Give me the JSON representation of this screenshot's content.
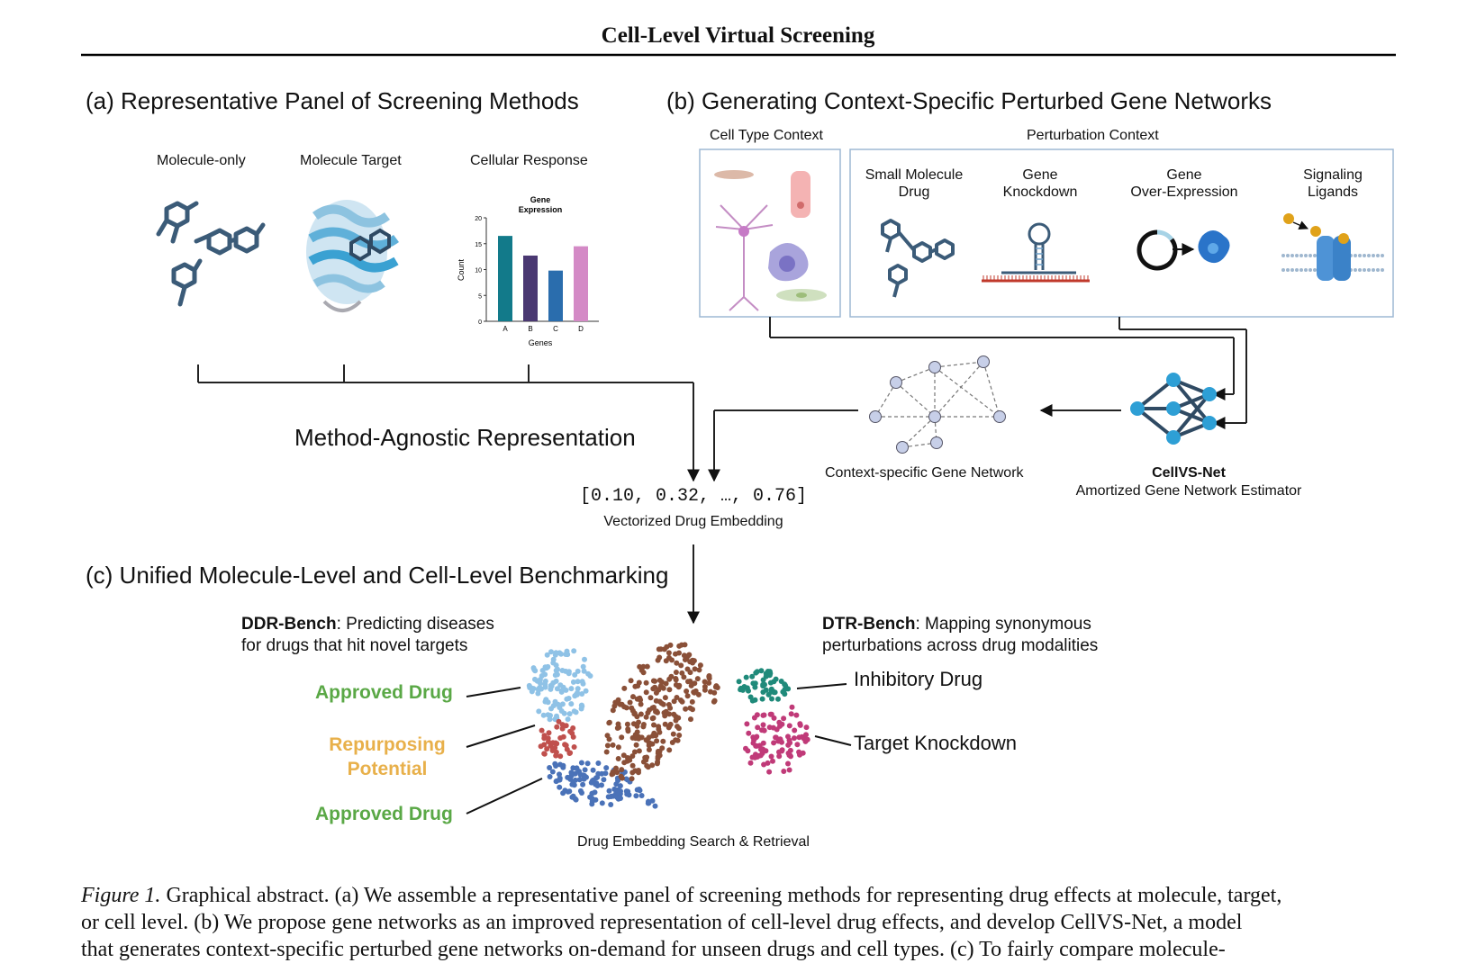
{
  "header": {
    "title": "Cell-Level Virtual Screening"
  },
  "panel_a": {
    "title": "(a) Representative Panel of Screening Methods",
    "methods": [
      "Molecule-only",
      "Molecule Target",
      "Cellular Response"
    ],
    "mini_chart": {
      "type": "bar",
      "title": "Gene\nExpression",
      "xlabel": "Genes",
      "ylabel": "Count",
      "categories": [
        "A",
        "B",
        "C",
        "D"
      ],
      "values": [
        16.5,
        12.7,
        9.8,
        14.5
      ],
      "yticks": [
        "0",
        "5",
        "10",
        "15",
        "20"
      ],
      "ylim": [
        0,
        20
      ],
      "colors": [
        "#127a8a",
        "#4a3872",
        "#2a6dad",
        "#d48ac6"
      ]
    },
    "representation_label": "Method-Agnostic Representation"
  },
  "panel_b": {
    "title": "(b) Generating Context-Specific Perturbed Gene Networks",
    "cell_type_context": "Cell Type Context",
    "perturbation_context": "Perturbation Context",
    "perturbations": [
      "Small Molecule\nDrug",
      "Gene\nKnockdown",
      "Gene\nOver-Expression",
      "Signaling\nLigands"
    ],
    "network_label": "Context-specific Gene Network",
    "model_name": "CellVS-Net",
    "model_desc": "Amortized Gene Network Estimator"
  },
  "embedding": {
    "vector": "[0.10, 0.32, …, 0.76]",
    "label": "Vectorized Drug Embedding"
  },
  "panel_c": {
    "title": "(c) Unified Molecule-Level and Cell-Level Benchmarking",
    "ddr_name": "DDR-Bench",
    "ddr_desc_1": ": Predicting diseases",
    "ddr_desc_2": "for drugs that hit novel targets",
    "dtr_name": "DTR-Bench",
    "dtr_desc_1": ": Mapping synonymous",
    "dtr_desc_2": "perturbations across drug modalities",
    "approved_drug_1": "Approved Drug",
    "repurposing_1": "Repurposing",
    "repurposing_2": "Potential",
    "approved_drug_2": "Approved Drug",
    "inhibitory_drug": "Inhibitory Drug",
    "target_knockdown": "Target Knockdown",
    "search_label": "Drug Embedding Search & Retrieval"
  },
  "colors": {
    "molecule": "#3b5b78",
    "green_label": "#5aa846",
    "orange_label": "#e8b04a",
    "network_node": "#c7cfe8",
    "nn_node": "#2e9fd5",
    "light_blue": "#8fc2e6",
    "brown": "#8a5038",
    "red": "#c0504d",
    "blue": "#4a72b8",
    "teal": "#1f8a7a",
    "magenta": "#c03a78"
  },
  "caption": {
    "label": "Figure 1.",
    "line1": " Graphical abstract. (a) We assemble a representative panel of screening methods for representing drug effects at molecule, target,",
    "line2": "or cell level. (b) We propose gene networks as an improved representation of cell-level drug effects, and develop CellVS-Net, a model",
    "line3": "that generates context-specific perturbed gene networks on-demand for unseen drugs and cell types. (c) To fairly compare molecule-"
  }
}
